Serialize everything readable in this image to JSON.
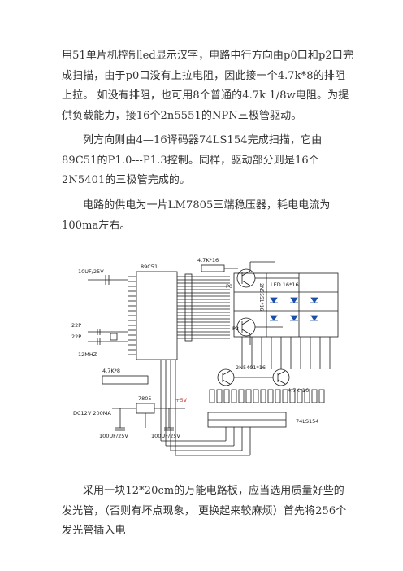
{
  "paragraphs": [
    "用51单片机控制led显示汉字，电路中行方向由p0口和p2口完成扫描，由于p0口没有上拉电阻，因此接一个4.7k*8的排阻上拉。 如没有排阻，也可用8个普通的4.7k 1/8w电阻。为提供负载能力，接16个2n5551的NPN三极管驱动。",
    "列方向则由4—16译码器74LS154完成扫描，它由89C51的P1.0---P1.3控制。同样，驱动部分则是16个2N5401的三极管完成的。",
    "电路的供电为一片LM7805三端稳压器，耗电电流为100ma左右。",
    "采用一块12*20cm的万能电路板，应当选用质量好些的发光管，（否则有坏点现象， 更换起来较麻烦）首先将256个发光管插入电"
  ],
  "schematic": {
    "mcu": "89C51",
    "cap_top": "10UF/25V",
    "res_top": "4.7K*16",
    "trans_npn": "2N5551*16",
    "port_p0": "P0",
    "port_p2": "P2",
    "led": "LED 16*16",
    "cap_22a": "22P",
    "cap_22b": "22P",
    "crystal": "12MHZ",
    "rnet": "4.7K*8",
    "reg": "7805",
    "dc_in": "DC12V 200MA",
    "vout": "+5V",
    "cap_b1": "100UF/25V",
    "cap_b2": "100UF/25V",
    "trans_pnp": "2N5401*16",
    "res_bottom": "4.7K*16",
    "decoder": "74LS154"
  }
}
